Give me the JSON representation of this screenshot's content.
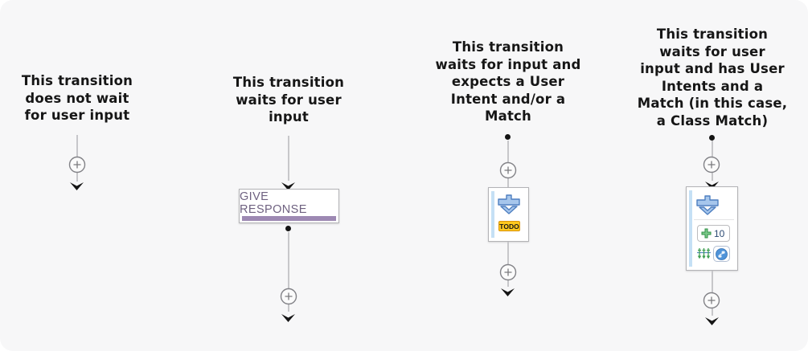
{
  "figure": {
    "description": "Annotated flow-editor diagram explaining four kinds of transitions",
    "background": "#f7f7f8"
  },
  "columns": [
    {
      "caption_lines": [
        "This transition",
        "does not wait",
        "for user input"
      ]
    },
    {
      "caption_lines": [
        "This transition",
        "waits for user",
        "input"
      ],
      "node": {
        "label": "GIVE RESPONSE",
        "accent_color": "#9d89b3"
      }
    },
    {
      "caption_lines": [
        "This transition",
        "waits for input and",
        "expects a User",
        "Intent and/or a",
        "Match"
      ],
      "node": {
        "badge": "TODO"
      }
    },
    {
      "caption_lines": [
        "This transition",
        "waits for user",
        "input and has User",
        "Intents and a",
        "Match (in this case,",
        "a Class Match)"
      ],
      "node": {
        "intent_count": "10"
      }
    }
  ],
  "icons": {
    "plus_circle": "add-node button (circle with plus)",
    "arrowhead": "filled black chevron arrow",
    "transition_arrow": "blue user-input transition glyph",
    "intents": "green triple-arrow intents glyph",
    "class_match": "blue circle class-match glyph",
    "green_plus": "green plus (add intent)"
  },
  "colors": {
    "canvas_bg": "#f7f7f8",
    "connector": "#c7c7ca",
    "arrowhead": "#151515",
    "response_accent": "#9d89b3",
    "response_text": "#6e6180",
    "todo_bg": "#ffc81e",
    "todo_border": "#d9940b",
    "transition_icon_fill": "#a6c6ec",
    "transition_icon_stroke": "#4e7fc0",
    "node_stripe": "#c5e0f5",
    "intent_green": "#3f9e52",
    "match_blue": "#4f93d9",
    "count_text": "#2c4a73"
  }
}
